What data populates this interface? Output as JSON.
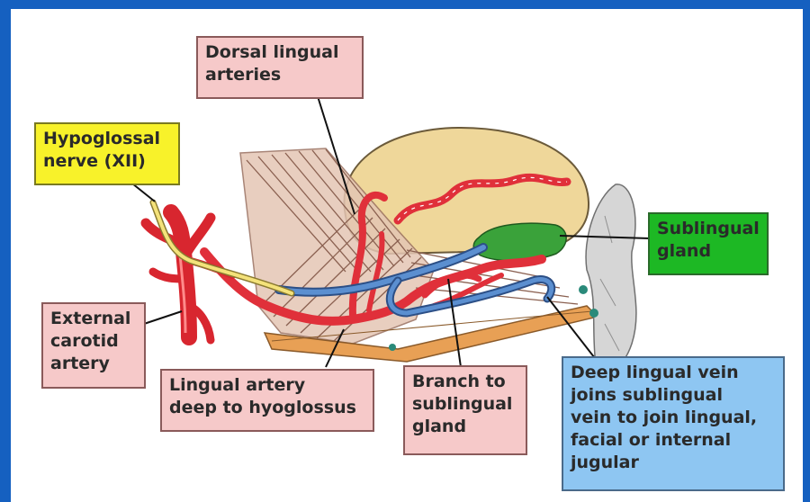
{
  "labels": {
    "dorsal_lingual_arteries": "Dorsal lingual\narteries",
    "hypoglossal_nerve": "Hypoglossal\nnerve (XII)",
    "sublingual_gland": "Sublingual\ngland",
    "external_carotid_artery": "External\ncarotid\nartery",
    "lingual_artery_deep": "Lingual artery\ndeep to hyoglossus",
    "branch_to_sublingual_gland": "Branch to\nsublingual\ngland",
    "deep_lingual_vein": "Deep lingual vein\njoins sublingual\nvein to join lingual,\nfacial or internal\njugular"
  },
  "colors": {
    "frame_blue": "#1560c0",
    "artery_red": "#e0303a",
    "vein_blue": "#4a7fc0",
    "nerve_yellow": "#f2e070",
    "tongue_tan": "#efd79a",
    "muscle_pink": "#d9b8a8",
    "gland_green": "#3aa23a",
    "bone_gray": "#c8c8c8"
  }
}
